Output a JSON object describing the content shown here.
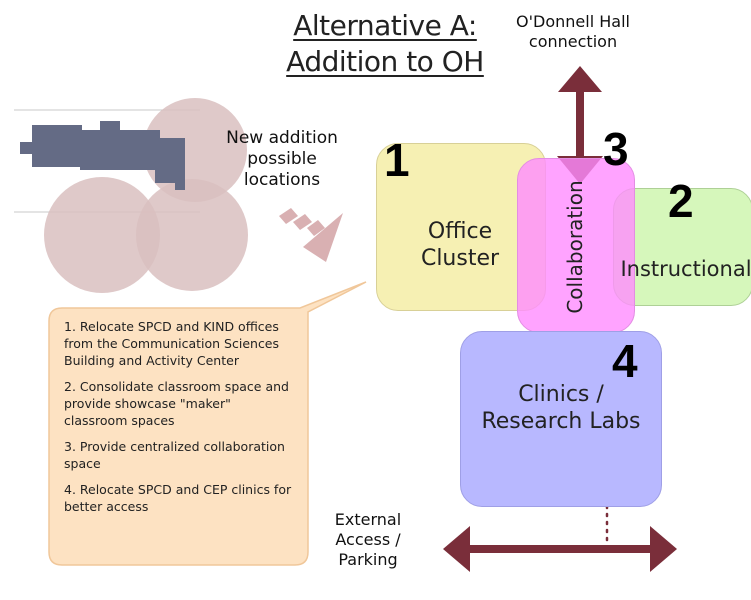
{
  "title": {
    "line1": "Alternative A:",
    "line2": "Addition to OH"
  },
  "connection_label": "O'Donnell Hall connection",
  "new_addition_label": "New addition possible locations",
  "zones": [
    {
      "number": "1",
      "label": "Office Cluster",
      "color": "#f6f0b3"
    },
    {
      "number": "2",
      "label": "Instructional",
      "color": "#d6f7bb"
    },
    {
      "number": "3",
      "label": "Collaboration",
      "color": "#ff8cff"
    },
    {
      "number": "4",
      "label": "Clinics / Research Labs",
      "color": "#b8b8ff"
    }
  ],
  "callout": {
    "items": [
      "1. Relocate SPCD and KIND offices from the Communication Sciences Building and Activity Center",
      "2. Consolidate classroom space and provide showcase \"maker\" classroom spaces",
      "3. Provide centralized collaboration space",
      "4. Relocate SPCD and CEP clinics for better access"
    ],
    "fill_color": "#fde2c2"
  },
  "external_label": "External Access / Parking",
  "colors": {
    "arrow": "#7a2e3a",
    "site_circles": "#d9bfc0",
    "building_plan": "#646b85"
  }
}
